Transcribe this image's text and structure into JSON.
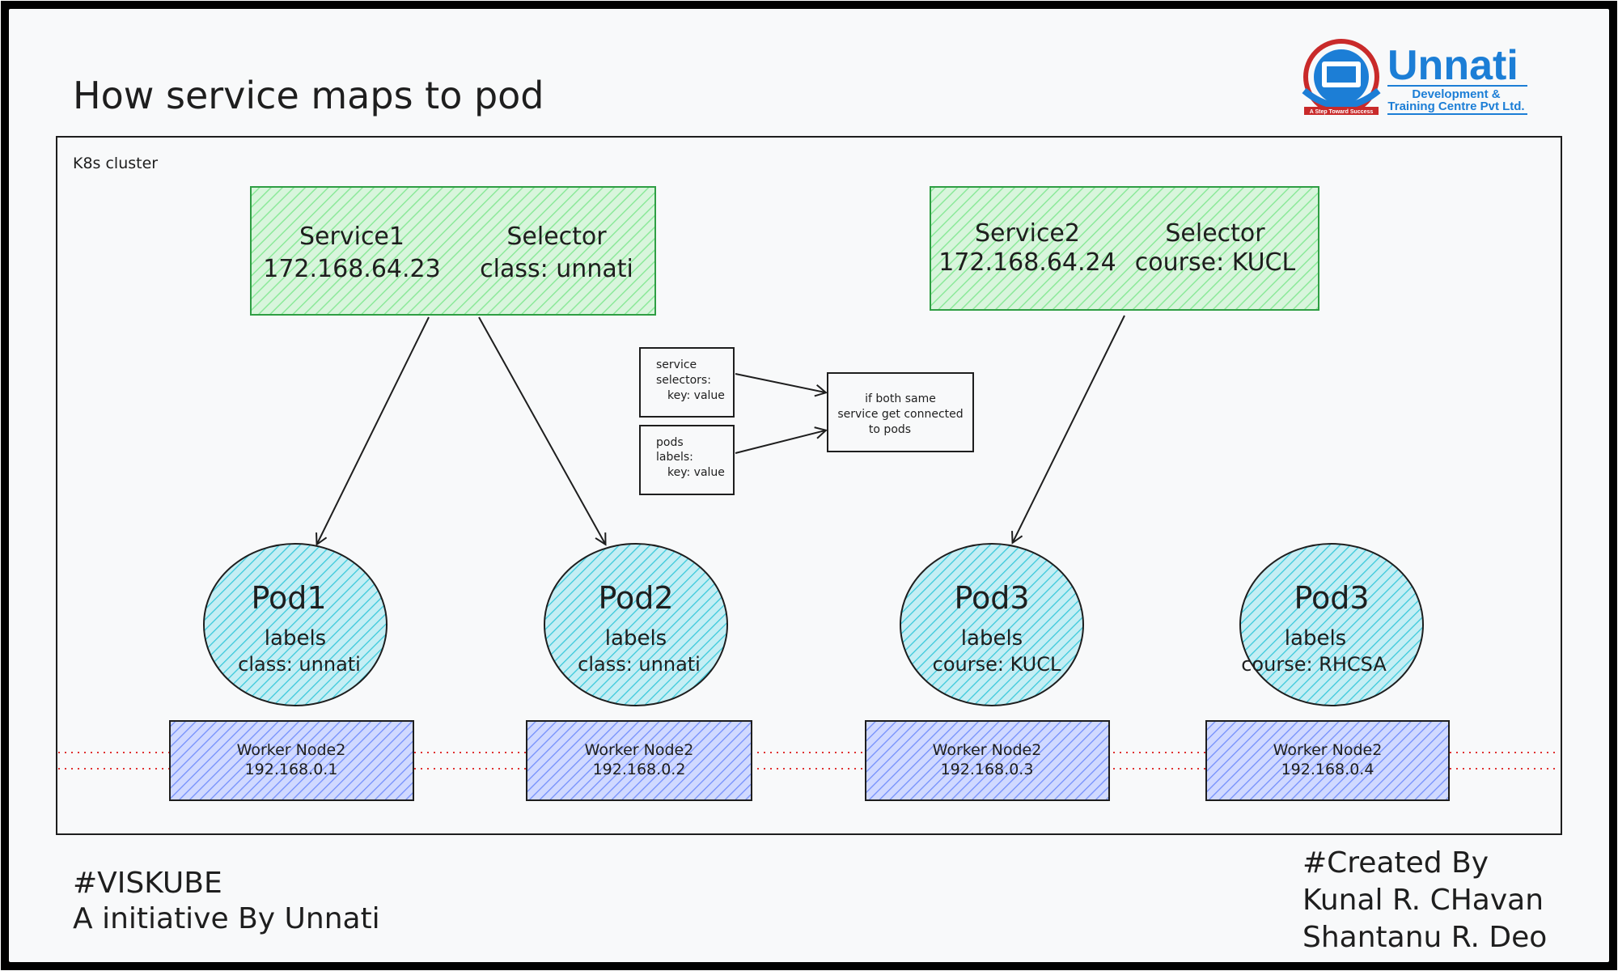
{
  "title": "How service maps to pod",
  "cluster_label": "K8s cluster",
  "services": [
    {
      "name": "Service1",
      "ip": "172.168.64.23",
      "selector_label": "Selector",
      "selector": "class: unnati"
    },
    {
      "name": "Service2",
      "ip": "172.168.64.24",
      "selector_label": "Selector",
      "selector": "course: KUCL"
    }
  ],
  "notes": {
    "service_selectors": [
      "service",
      "selectors:",
      "key: value"
    ],
    "pod_labels": [
      "pods",
      "labels:",
      "key: value"
    ],
    "result": [
      "if both same",
      "service get connected",
      "to pods"
    ]
  },
  "pods": [
    {
      "name": "Pod1",
      "labels_title": "labels",
      "label": "class: unnati"
    },
    {
      "name": "Pod2",
      "labels_title": "labels",
      "label": "class: unnati"
    },
    {
      "name": "Pod3",
      "labels_title": "labels",
      "label": "course: KUCL"
    },
    {
      "name": "Pod3",
      "labels_title": "labels",
      "label": "course: RHCSA"
    }
  ],
  "nodes": [
    {
      "name": "Worker Node2",
      "ip": "192.168.0.1"
    },
    {
      "name": "Worker Node2",
      "ip": "192.168.0.2"
    },
    {
      "name": "Worker Node2",
      "ip": "192.168.0.3"
    },
    {
      "name": "Worker Node2",
      "ip": "192.168.0.4"
    }
  ],
  "footer_left": {
    "tag": "#VISKUBE",
    "line": "A initiative By Unnati"
  },
  "footer_right": {
    "tag": "#Created By",
    "author1": "Kunal R. CHavan",
    "author2": "Shantanu R. Deo"
  },
  "logo": {
    "name": "Unnati",
    "sub1": "Development &",
    "sub2": "Training Centre Pvt Ltd.",
    "tagline": "A Step Toward Success"
  },
  "colors": {
    "service_fill": "#b2f2bb",
    "service_stroke": "#2f9e44",
    "pod_fill": "#66d9e8",
    "pod_stroke": "#0c8599",
    "node_fill": "#91a7ff",
    "node_stroke": "#3b5bdb",
    "logo_blue": "#1c7ed6",
    "logo_red": "#c92a2a",
    "network_line": "#e03131"
  }
}
